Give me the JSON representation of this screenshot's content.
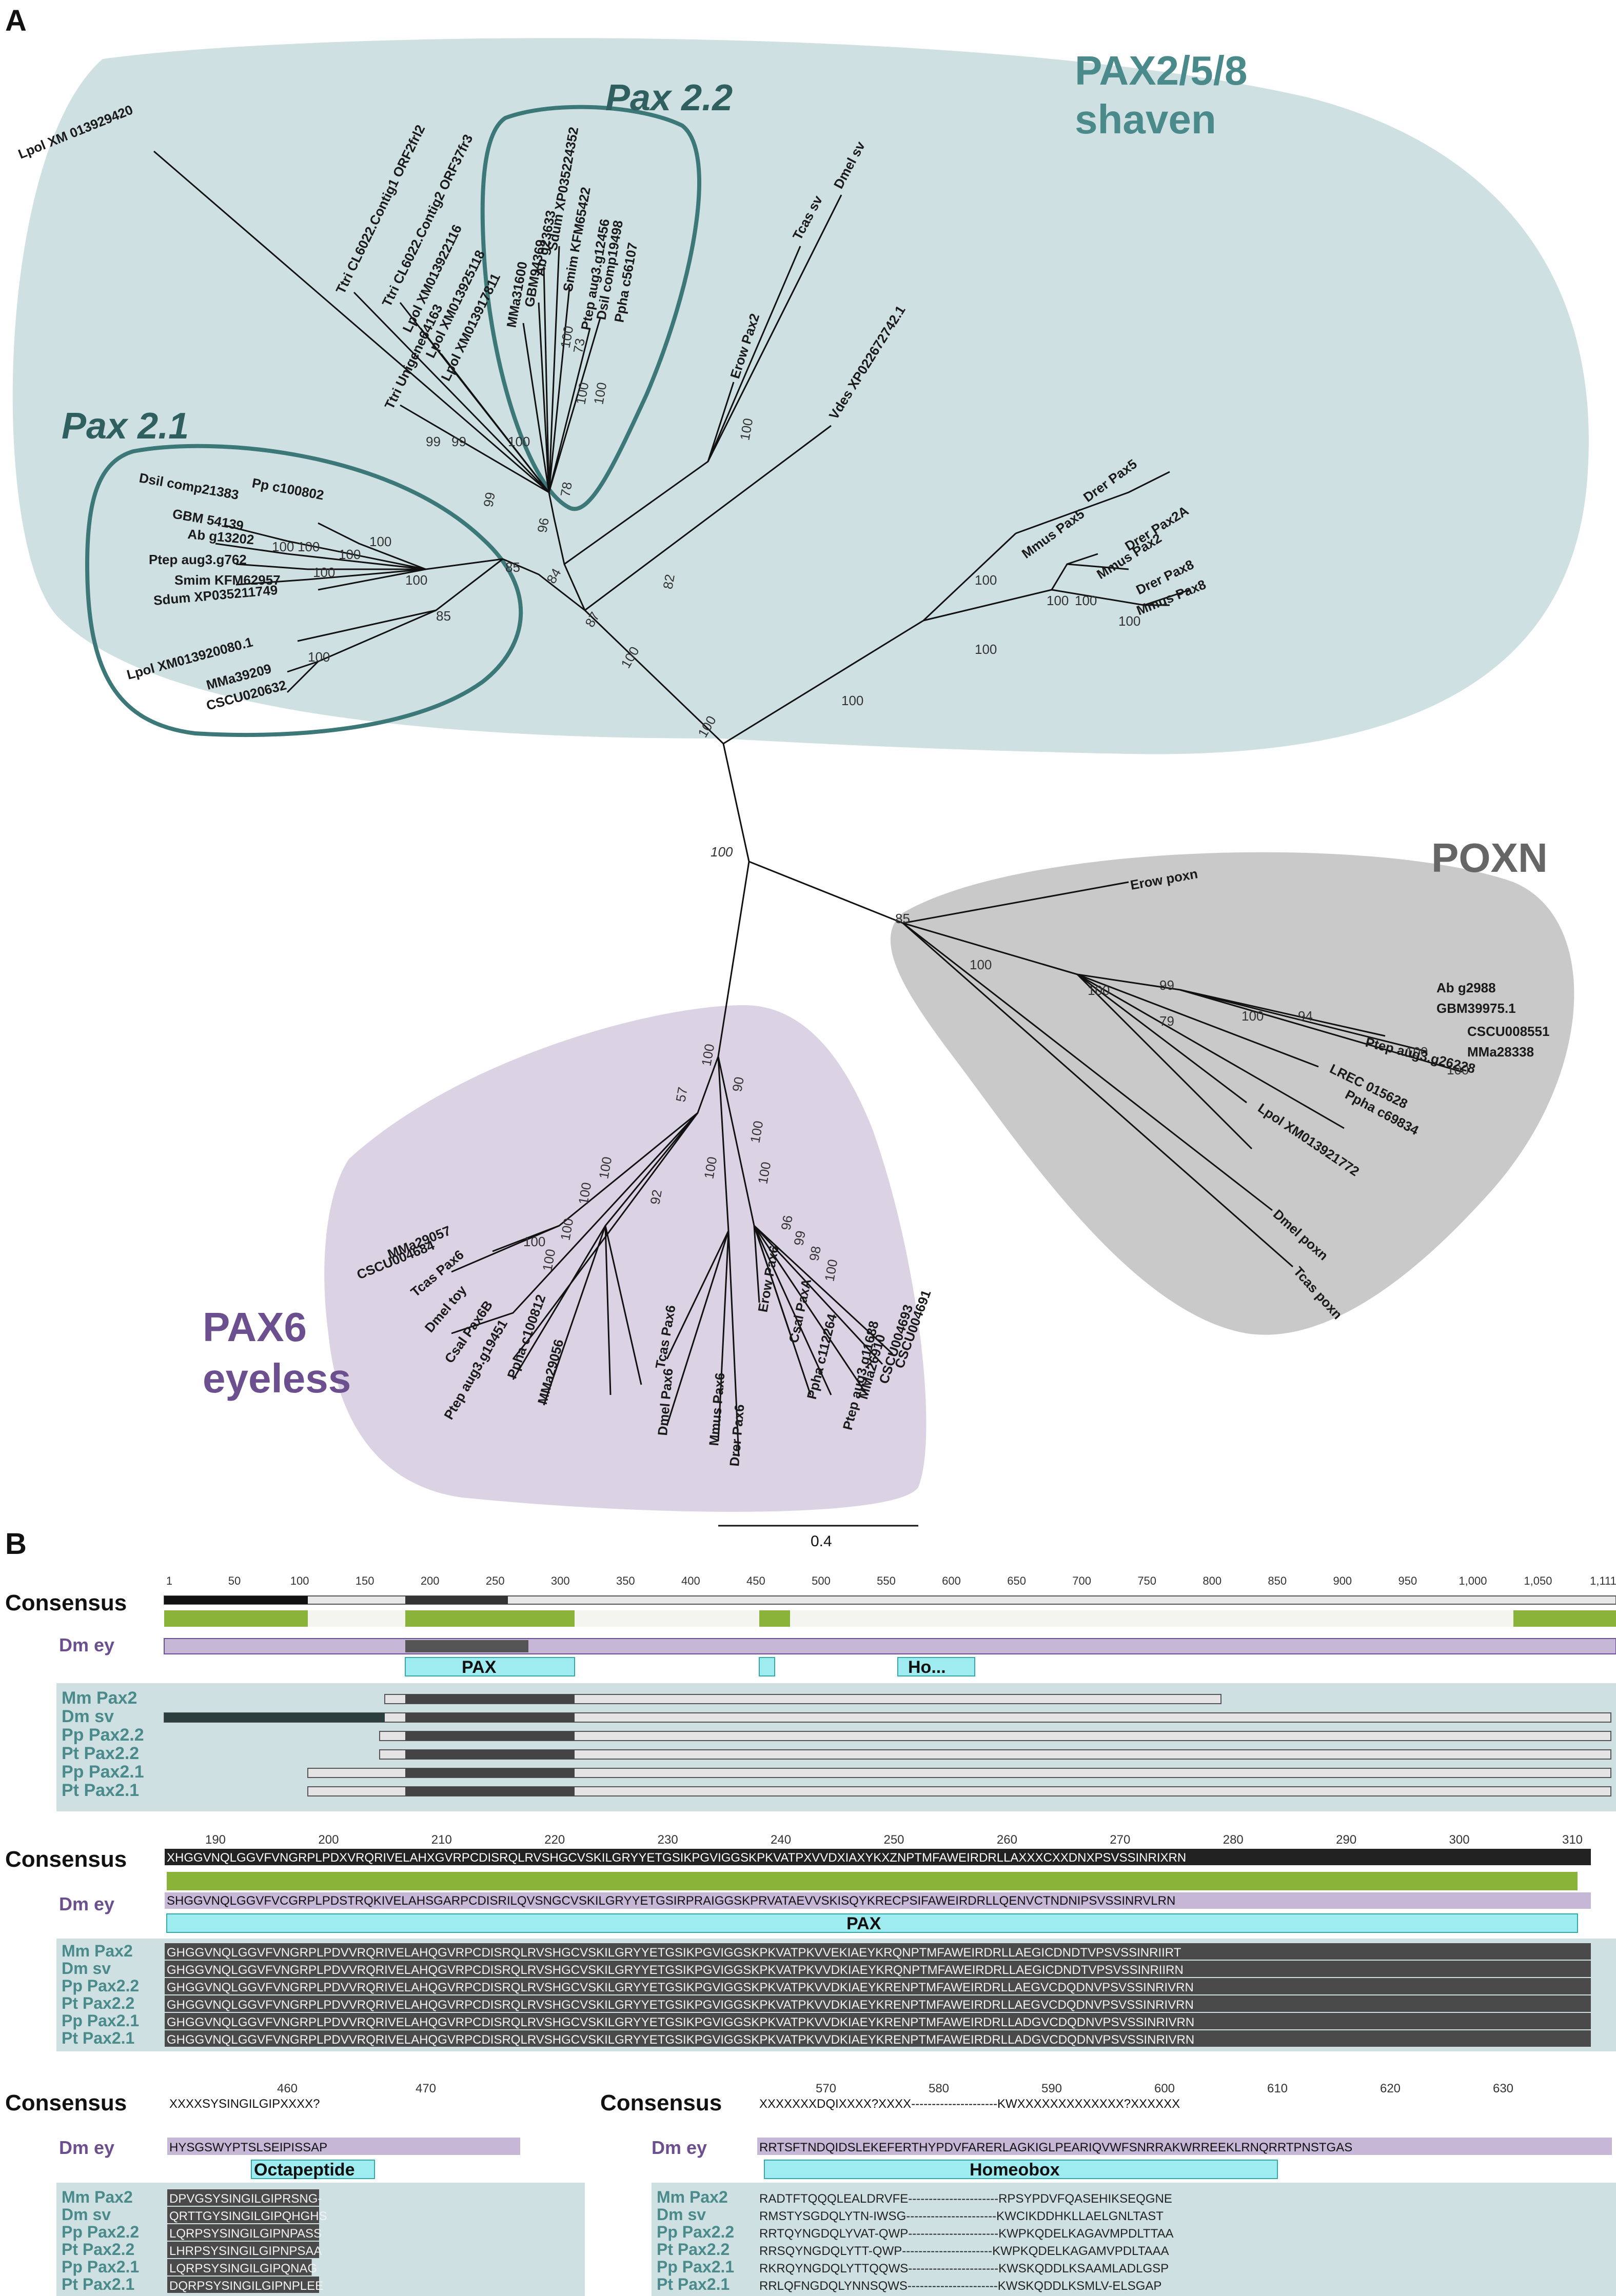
{
  "panel_a": {
    "label": "A",
    "groups": {
      "pax258": {
        "name_line1": "PAX2/5/8",
        "name_line2": "shaven",
        "color": "#4a8a8a"
      },
      "poxn": {
        "name": "POXN",
        "color": "#666666"
      },
      "pax6": {
        "name_line1": "PAX6",
        "name_line2": "eyeless",
        "color": "#6b4f8f"
      }
    },
    "subclades": {
      "pax22": "Pax 2.2",
      "pax21": "Pax 2.1"
    },
    "scale_bar": "0.4",
    "root_support": "100",
    "leaves": {
      "lpol_xm": "Lpol XM 013929420",
      "ttri1": "Ttri CL6022.Contig1 ORF2frl2",
      "ttri2": "Ttri CL6022.Contig2 ORF37fr3",
      "lpol1": "Lpol XM013922116",
      "lpol2": "Lpol XM013925118",
      "lpol3": "Lpol XM013917811",
      "ttri3": "Ttri Unigene64163",
      "mma31600": "MMa31600",
      "gbm94369": "GBM94369",
      "ab_g23633": "Ab g23633",
      "sdum_xp": "Sdum XP035224352",
      "smim_kfm": "Smim KFM65422",
      "ptep_g12456": "Ptep aug3.g12456",
      "dsil_c19498": "Dsil comp19498",
      "ppha_c56107": "Ppha c56107",
      "dmel_sv": "Dmel sv",
      "tcas_sv": "Tcas sv",
      "erow_pax2": "Erow Pax2",
      "vdes": "Vdes XP022672742.1",
      "pp_c100802": "Pp c100802",
      "dsil_c21383": "Dsil comp21383",
      "gbm_54139": "GBM 54139",
      "ab_g13202": "Ab g13202",
      "ptep_g762": "Ptep aug3.g762",
      "smim_kfm62957": "Smim KFM62957",
      "sdum_xp035211749": "Sdum XP035211749",
      "lpol_xm013920080": "Lpol XM013920080.1",
      "mma39209": "MMa39209",
      "cscu020632": "CSCU020632",
      "drer_pax5": "Drer Pax5",
      "mmus_pax5": "Mmus Pax5",
      "drer_pax2a": "Drer Pax2A",
      "mmus_pax2": "Mmus Pax2",
      "drer_pax8": "Drer Pax8",
      "mmus_pax8": "Mmus Pax8",
      "erow_poxn": "Erow poxn",
      "ab_g2988": "Ab g2988",
      "gbm39975": "GBM39975.1",
      "cscu008551": "CSCU008551",
      "mma28338": "MMa28338",
      "ptep_g26228": "Ptep aug3.g26228",
      "lrec": "LREC 015628",
      "ppha_c69834": "Ppha c69834",
      "lpol_xm013921772": "Lpol XM013921772",
      "dmel_poxn": "Dmel poxn",
      "tcas_poxn": "Tcas poxn",
      "mma29057": "MMa29057",
      "cscu004684": "CSCU004684",
      "tcas_pax6": "Tcas Pax6",
      "dmel_toy": "Dmel toy",
      "csal_pax6b": "Csal Pax6B",
      "ptep_g19451": "Ptep aug3.g19451",
      "ppha_c100812": "Ppha c100812",
      "mma29056": "MMa29056",
      "tcas_pax6b": "Tcas Pax6",
      "dmel_pax6": "Dmel Pax6",
      "mmus_pax6": "Mmus Pax6",
      "drer_pax6": "Drer Pax6",
      "erow_pax6": "Erow Pax6",
      "csal_paxa": "Csal PaxA",
      "ppha_c112264": "Ppha c112264",
      "ptep_g11688": "Ptep aug3.g11688",
      "mma26910": "MMa26910",
      "cscu004693": "CSCU004693",
      "cscu004691": "CSCU004691"
    }
  },
  "panel_b": {
    "label": "B",
    "consensus": "Consensus",
    "dm_ey": "Dm ey",
    "pax_domain": "PAX",
    "ho_domain": "Ho...",
    "octapeptide": "Octapeptide",
    "homeobox": "Homeobox",
    "ruler1": [
      "1",
      "50",
      "100",
      "150",
      "200",
      "250",
      "300",
      "350",
      "400",
      "450",
      "500",
      "550",
      "600",
      "650",
      "700",
      "750",
      "800",
      "850",
      "900",
      "950",
      "1,000",
      "1,050",
      "1,111"
    ],
    "ruler2": [
      "190",
      "200",
      "210",
      "220",
      "230",
      "240",
      "250",
      "260",
      "270",
      "280",
      "290",
      "300",
      "310"
    ],
    "ruler3": [
      "460",
      "470"
    ],
    "ruler4": [
      "570",
      "580",
      "590",
      "600",
      "610",
      "620",
      "630"
    ],
    "species": [
      "Mm Pax2",
      "Dm sv",
      "Pp Pax2.2",
      "Pt Pax2.2",
      "Pp Pax2.1",
      "Pt Pax2.1"
    ],
    "pax_consensus": "XHGGVNQLGGVFVNGRPLPDXVRQRIVELAHXGVRPCDISRQLRVSHGCVSKILGRYYETGSIKPGVIGGSKPKVATPXVVDXIAXYKXZNPTMFAWEIRDRLLAXXXCXXDNXPSVSSINRIXRN",
    "pax_dmey": "SHGGVNQLGGVFVCGRPLPDSTRQKIVELAHSGARPCDISRILQVSNGCVSKILGRYYETGSIRPRAIGGSKPRVATAEVVSKISQYKRECPSIFAWEIRDRLLQENVCTNDNIPSVSSINRVLRN",
    "pax_rows": [
      "GHGGVNQLGGVFVNGRPLPDVVRQRIVELAHQGVRPCDISRQLRVSHGCVSKILGRYYETGSIKPGVIGGSKPKVATPKVVEKIAEYKRQNPTMFAWEIRDRLLAEGICDNDTVPSVSSINRIIRT",
      "GHGGVNQLGGVFVNGRPLPDVVRQRIVELAHQGVRPCDISRQLRVSHGCVSKILGRYYETGSIKPGVIGGSKPKVATPKVVDKIAEYKRQNPTMFAWEIRDRLLAEGICDNDTVPSVSSINRIIRN",
      "GHGGVNQLGGVFVNGRPLPDVVRQRIVELAHQGVRPCDISRQLRVSHGCVSKILGRYYETGSIKPGVIGGSKPKVATPKVVDKIAEYKRENPTMFAWEIRDRLLAEGVCDQDNVPSVSSINRIVRN",
      "GHGGVNQLGGVFVNGRPLPDVVRQRIVELAHQGVRPCDISRQLRVSHGCVSKILGRYYETGSIKPGVIGGSKPKVATPKVVDKIAEYKRENPTMFAWEIRDRLLAEGVCDQDNVPSVSSINRIVRN",
      "GHGGVNQLGGVFVNGRPLPDVVRQRIVELAHQGVRPCDISRQLRVSHGCVSKILGRYYETGSIKPGVIGGSKPKVATPKVVDKIAEYKRENPTMFAWEIRDRLLADGVCDQDNVPSVSSINRIVRN",
      "GHGGVNQLGGVFVNGRPLPDVVRQRIVELAHQGVRPCDISRQLRVSHGCVSKILGRYYETGSIKPGVIGGSKPKVATPKVVDKIAEYKRENPTMFAWEIRDRLLADGVCDQDNVPSVSSINRIVRN"
    ],
    "oct_consensus": "XXXXSYSINGILGIPXXXX?",
    "oct_dmey": "HYSGSWYPTSLSEIPISSAP",
    "oct_rows": [
      "DPVGSYSINGILGIPRSNG-",
      "QRTTGYSINGILGIPQHGHS",
      "LQRPSYSINGILGIPNPASS",
      "LHRPSYSINGILGIPNPSAA",
      "LQRPSYSINGILGIPQNAG",
      "DQRPSYSINGILGIPNPLEE"
    ],
    "hb_consensus": "XXXXXXXDQIXXXX?XXXX---------------------KWXXXXXXXXXXXXX?XXXXXX",
    "hb_dmey": "RRTSFTNDQIDSLEKEFERTHYPDVFARERLAGKIGLPEARIQVWFSNRRAKWRREEKLRNQRRTPNSTGAS",
    "hb_rows": [
      "RADTFTQQQLEALDRVFE----------------------RPSYPDVFQASEHIKSEQGNE",
      "RMSTYSGDQLYTN-IWSG----------------------KWCIKDDHKLLAELGNLTAST",
      "RRTQYNGDQLYVAT-QWP----------------------KWPKQDELKAGAVMPDLTTAA",
      "RRSQYNGDQLYTT-QWP----------------------KWPKQDELKAGAMVPDLTAAA",
      "RKRQYNGDQLYTTQQWS----------------------KWSKQDDLKSAAMLADLGSP",
      "RRLQFNGDQLYNNSQWS----------------------KWSKQDDLKSMLV-ELSGAP"
    ]
  }
}
